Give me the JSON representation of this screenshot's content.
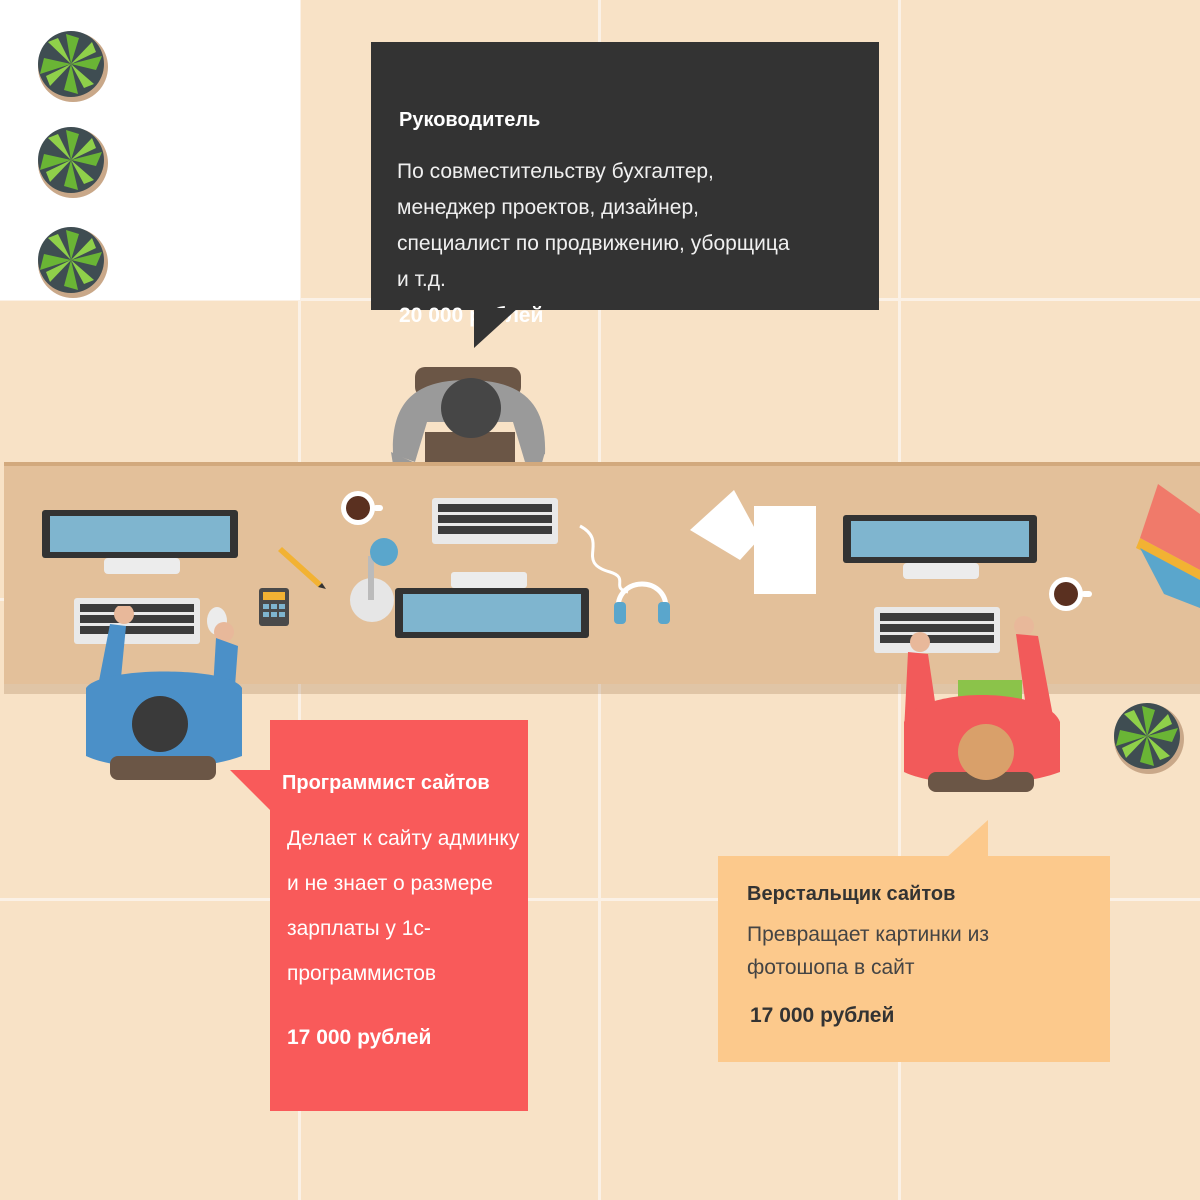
{
  "colors": {
    "floor": "#f8e2c6",
    "desk": "#e3c09a",
    "boss_bubble": "#333333",
    "programmer_bubble": "#f95a5a",
    "layout_bubble": "#fcc98c",
    "screen": "#7fb5cf",
    "plant_leaf": "#6ab535"
  },
  "icons": {
    "plants": [
      "plant-icon",
      "plant-icon",
      "plant-icon",
      "plant-icon"
    ],
    "desk_items": [
      "monitor-icon",
      "keyboard-icon",
      "mouse-icon",
      "coffee-cup-icon",
      "pencil-icon",
      "calculator-icon",
      "desk-lamp-icon",
      "laptop-icon",
      "headphones-icon",
      "paper-sheet-icon",
      "book-stack-icon"
    ],
    "people": [
      "person-boss-icon",
      "person-programmer-icon",
      "person-layout-designer-icon"
    ]
  },
  "boss": {
    "title": "Руководитель",
    "description": "По совместительству бухгалтер, менеджер проектов, дизайнер, специалист по продвижению, уборщица и т.д.",
    "price": "20 000 рублей"
  },
  "programmer": {
    "title": "Программист сайтов",
    "description": "Делает к сайту админку и не знает о размере зарплаты у 1с-программистов",
    "price": "17 000 рублей"
  },
  "layout_designer": {
    "title": "Верстальщик сайтов",
    "description": "Превращает картинки из фотошопа в сайт",
    "price": "17 000 рублей"
  }
}
